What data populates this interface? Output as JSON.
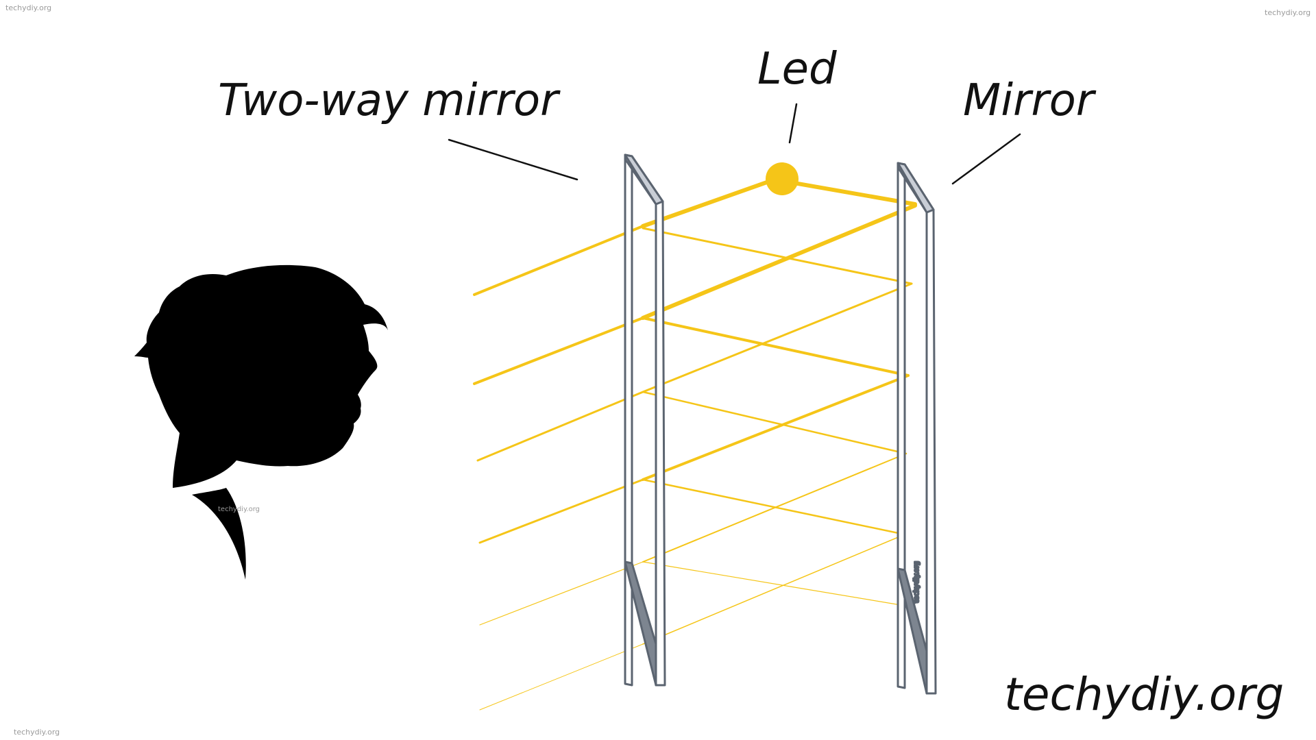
{
  "labels": {
    "two_way_mirror": "Two-way mirror",
    "led": "Led",
    "mirror": "Mirror"
  },
  "brand": "techydiy.org",
  "watermarks": {
    "top_left": "techydiy.org",
    "top_right": "techydiy.org",
    "bottom_left": "techydiy.org",
    "silhouette": "techydiy.org",
    "mirror_side": "techydiy.org"
  },
  "icons": {
    "viewer": "head-silhouette-icon",
    "led": "led-dot-icon"
  },
  "colors": {
    "light_beam": "#f5c518",
    "led": "#f5c518",
    "mirror_frame": "#5b6470",
    "ink": "#111111",
    "silhouette": "#000000"
  }
}
